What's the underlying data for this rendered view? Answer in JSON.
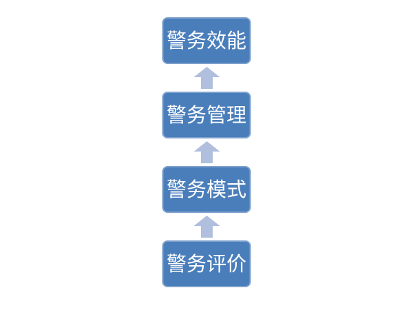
{
  "diagram": {
    "type": "vertical-flow",
    "flow_direction": "bottom-to-top",
    "connector": "up-arrow",
    "nodes": [
      {
        "label": "警务效能"
      },
      {
        "label": "警务管理"
      },
      {
        "label": "警务模式"
      },
      {
        "label": "警务评价"
      }
    ]
  },
  "colors": {
    "background": "#ffffff",
    "node_fill": "#4a7ebb",
    "node_border": "#7fa1cd",
    "node_text": "#ffffff",
    "arrow_fill": "#b0bfdd"
  }
}
